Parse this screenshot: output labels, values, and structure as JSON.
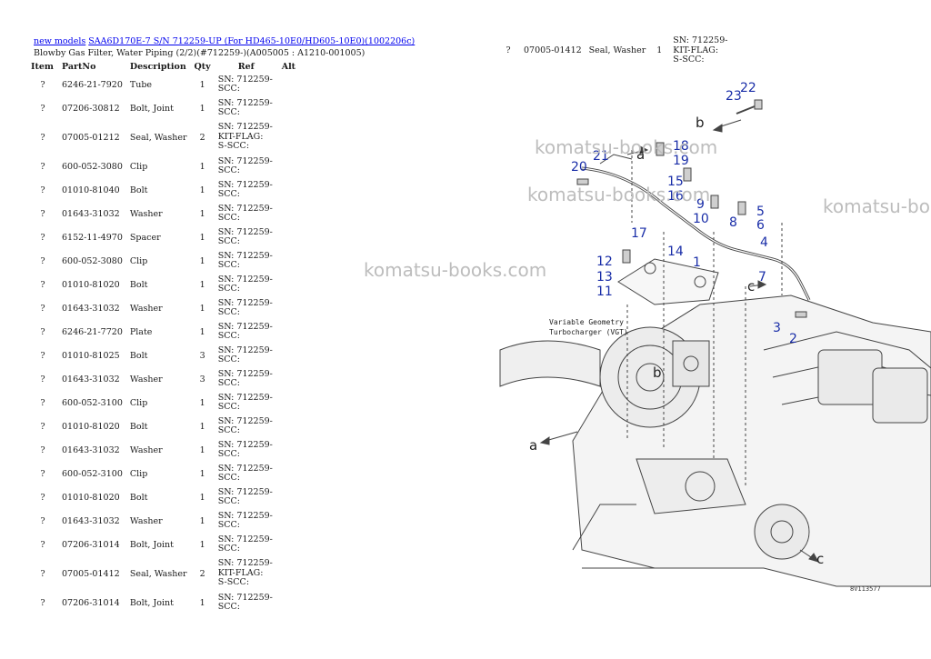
{
  "breadcrumb": {
    "link1": "new models",
    "link2": "SAA6D170E-7 S/N 712259-UP (For HD465-10E0/HD605-10E0)(1002206c)"
  },
  "subtitle": "Blowby Gas Filter, Water Piping (2/2)(#712259-)(A005005 : A1210-001005)",
  "table": {
    "headers": {
      "item": "Item",
      "partno": "PartNo",
      "description": "Description",
      "qty": "Qty",
      "ref": "Ref",
      "alt": "Alt"
    },
    "rows": [
      {
        "item": "?",
        "partno": "6246-21-7920",
        "description": "Tube",
        "qty": "1",
        "ref": "SN: 712259-SCC:"
      },
      {
        "item": "?",
        "partno": "07206-30812",
        "description": "Bolt, Joint",
        "qty": "1",
        "ref": "SN: 712259-SCC:"
      },
      {
        "item": "?",
        "partno": "07005-01212",
        "description": "Seal, Washer",
        "qty": "2",
        "ref": "SN: 712259-KIT-FLAG: S-SCC:"
      },
      {
        "item": "?",
        "partno": "600-052-3080",
        "description": "Clip",
        "qty": "1",
        "ref": "SN: 712259-SCC:"
      },
      {
        "item": "?",
        "partno": "01010-81040",
        "description": "Bolt",
        "qty": "1",
        "ref": "SN: 712259-SCC:"
      },
      {
        "item": "?",
        "partno": "01643-31032",
        "description": "Washer",
        "qty": "1",
        "ref": "SN: 712259-SCC:"
      },
      {
        "item": "?",
        "partno": "6152-11-4970",
        "description": "Spacer",
        "qty": "1",
        "ref": "SN: 712259-SCC:"
      },
      {
        "item": "?",
        "partno": "600-052-3080",
        "description": "Clip",
        "qty": "1",
        "ref": "SN: 712259-SCC:"
      },
      {
        "item": "?",
        "partno": "01010-81020",
        "description": "Bolt",
        "qty": "1",
        "ref": "SN: 712259-SCC:"
      },
      {
        "item": "?",
        "partno": "01643-31032",
        "description": "Washer",
        "qty": "1",
        "ref": "SN: 712259-SCC:"
      },
      {
        "item": "?",
        "partno": "6246-21-7720",
        "description": "Plate",
        "qty": "1",
        "ref": "SN: 712259-SCC:"
      },
      {
        "item": "?",
        "partno": "01010-81025",
        "description": "Bolt",
        "qty": "3",
        "ref": "SN: 712259-SCC:"
      },
      {
        "item": "?",
        "partno": "01643-31032",
        "description": "Washer",
        "qty": "3",
        "ref": "SN: 712259-SCC:"
      },
      {
        "item": "?",
        "partno": "600-052-3100",
        "description": "Clip",
        "qty": "1",
        "ref": "SN: 712259-SCC:"
      },
      {
        "item": "?",
        "partno": "01010-81020",
        "description": "Bolt",
        "qty": "1",
        "ref": "SN: 712259-SCC:"
      },
      {
        "item": "?",
        "partno": "01643-31032",
        "description": "Washer",
        "qty": "1",
        "ref": "SN: 712259-SCC:"
      },
      {
        "item": "?",
        "partno": "600-052-3100",
        "description": "Clip",
        "qty": "1",
        "ref": "SN: 712259-SCC:"
      },
      {
        "item": "?",
        "partno": "01010-81020",
        "description": "Bolt",
        "qty": "1",
        "ref": "SN: 712259-SCC:"
      },
      {
        "item": "?",
        "partno": "01643-31032",
        "description": "Washer",
        "qty": "1",
        "ref": "SN: 712259-SCC:"
      },
      {
        "item": "?",
        "partno": "07206-31014",
        "description": "Bolt, Joint",
        "qty": "1",
        "ref": "SN: 712259-SCC:"
      },
      {
        "item": "?",
        "partno": "07005-01412",
        "description": "Seal, Washer",
        "qty": "2",
        "ref": "SN: 712259-KIT-FLAG: S-SCC:"
      },
      {
        "item": "?",
        "partno": "07206-31014",
        "description": "Bolt, Joint",
        "qty": "1",
        "ref": "SN: 712259-SCC:"
      }
    ],
    "right_rows": [
      {
        "item": "?",
        "partno": "07005-01412",
        "description": "Seal, Washer",
        "qty": "1",
        "ref": "SN: 712259-KIT-FLAG: S-SCC:"
      }
    ]
  },
  "diagram": {
    "callouts": [
      "1",
      "2",
      "3",
      "4",
      "5",
      "6",
      "7",
      "8",
      "9",
      "10",
      "11",
      "12",
      "13",
      "14",
      "15",
      "16",
      "17",
      "18",
      "19",
      "20",
      "21",
      "22",
      "23"
    ],
    "letters": {
      "a": "a",
      "b": "b",
      "c": "c"
    },
    "vgt_label_line1": "Variable Geometry",
    "vgt_label_line2": "Turbocharger (VGT)",
    "drawing_number": "8V113577",
    "callout_color": "#1a2ea8"
  },
  "watermarks": [
    "komatsu-books.com",
    "komatsu-books.com",
    "komatsu-books.com",
    "komatsu-books.com"
  ]
}
